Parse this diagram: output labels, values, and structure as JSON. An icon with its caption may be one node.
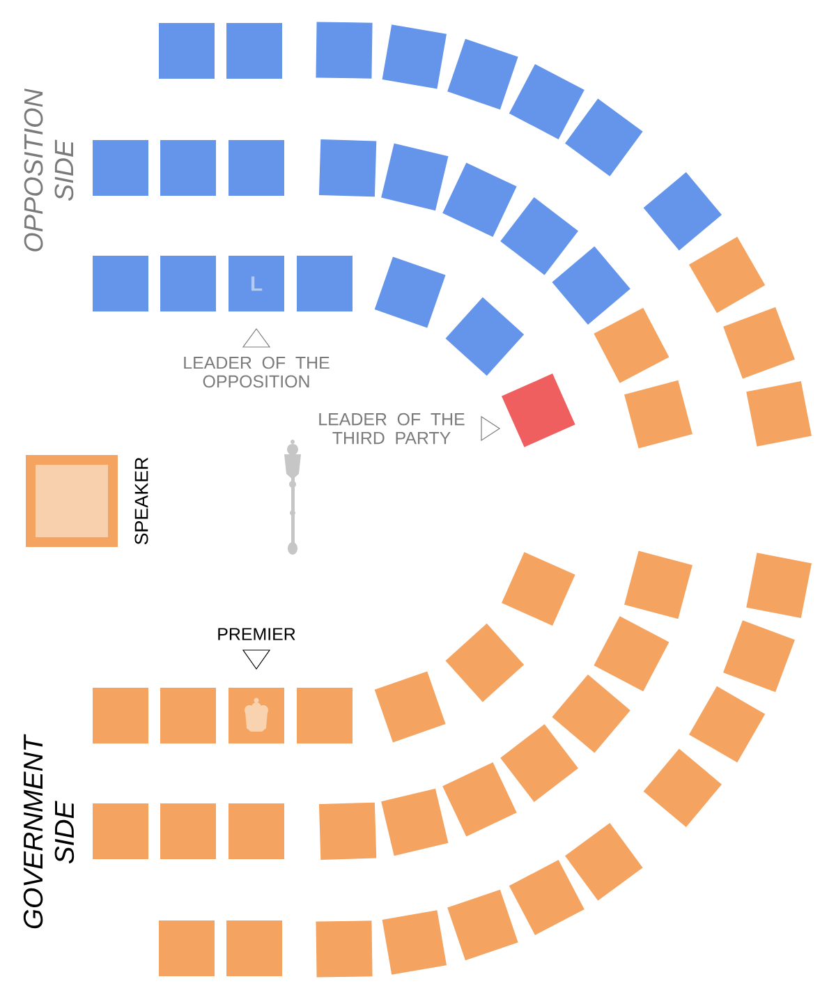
{
  "diagram": {
    "nodes": [
      {
        "text": [],
        "shape": "box"
      },
      {
        "text": [],
        "shape": "box"
      },
      {
        "text": [],
        "shape": "box"
      },
      {
        "text": [],
        "shape": "box"
      },
      {
        "text": [],
        "shape": "box"
      },
      {
        "text": [],
        "shape": "box"
      },
      {
        "text": [],
        "shape": "diamond"
      },
      {
        "text": [],
        "shape": "diamond"
      },
      {
        "text": [],
        "shape": "box"
      },
      {
        "text": [],
        "shape": "box"
      },
      {
        "text": [],
        "shape": "box"
      },
      {
        "text": [],
        "shape": "box"
      },
      {
        "text": [],
        "shape": "box"
      },
      {
        "text": [],
        "shape": "box"
      },
      {
        "text": [],
        "shape": "box"
      },
      {
        "text": [],
        "shape": "box"
      },
      {
        "text": [],
        "shape": "box"
      },
      {
        "text": [],
        "shape": "diamond"
      },
      {
        "text": [],
        "shape": "diamond"
      },
      {
        "text": [],
        "shape": "box"
      },
      {
        "text": [],
        "shape": "box"
      },
      {
        "text": [],
        "shape": "box"
      },
      {
        "text": [],
        "shape": "box"
      },
      {
        "text": [
          "L"
        ]
      },
      {
        "text": [],
        "shape": "box"
      },
      {
        "text": [],
        "shape": "box"
      },
      {
        "text": [],
        "shape": "diamond"
      },
      {
        "text": [],
        "shape": "box"
      },
      {
        "text": [],
        "shape": "box",
        "beside": [
          "SPEAKER"
        ]
      },
      {
        "text": [],
        "shape": "box"
      },
      {
        "text": [],
        "shape": "box"
      },
      {
        "text": [],
        "shape": "box"
      },
      {
        "text": [],
        "shape": "box"
      },
      {
        "text": [],
        "shape": "box"
      },
      {
        "text": [],
        "shape": "diamond"
      },
      {
        "text": [],
        "shape": "box"
      },
      {
        "text": [],
        "shape": "box"
      },
      {
        "text": [],
        "shape": "box"
      },
      {
        "text": [],
        "shape": "box"
      },
      {
        "text": [],
        "shape": "box"
      },
      {
        "text": [],
        "shape": "box"
      },
      {
        "text": [],
        "shape": "box"
      },
      {
        "text": [],
        "shape": "diamond"
      },
      {
        "text": [],
        "shape": "diamond"
      },
      {
        "text": [],
        "shape": "box"
      },
      {
        "text": [],
        "shape": "box"
      },
      {
        "text": [],
        "shape": "box"
      },
      {
        "text": [],
        "shape": "box"
      },
      {
        "text": [],
        "shape": "box"
      },
      {
        "text": [],
        "shape": "box"
      },
      {
        "text": [],
        "shape": "box"
      },
      {
        "text": [],
        "shape": "box"
      },
      {
        "text": [],
        "shape": "diamond"
      },
      {
        "text": [],
        "shape": "diamond"
      },
      {
        "text": [],
        "shape": "box"
      },
      {
        "text": [],
        "shape": "box"
      },
      {
        "text": [],
        "shape": "box"
      }
    ],
    "labels": [
      "OPPOSITION SIDE",
      "LEADER OF THE OPPOSITION",
      "LEADER OF THE THIRD PARTY",
      "PREMIER",
      "GOVERNMENT SIDE"
    ]
  }
}
